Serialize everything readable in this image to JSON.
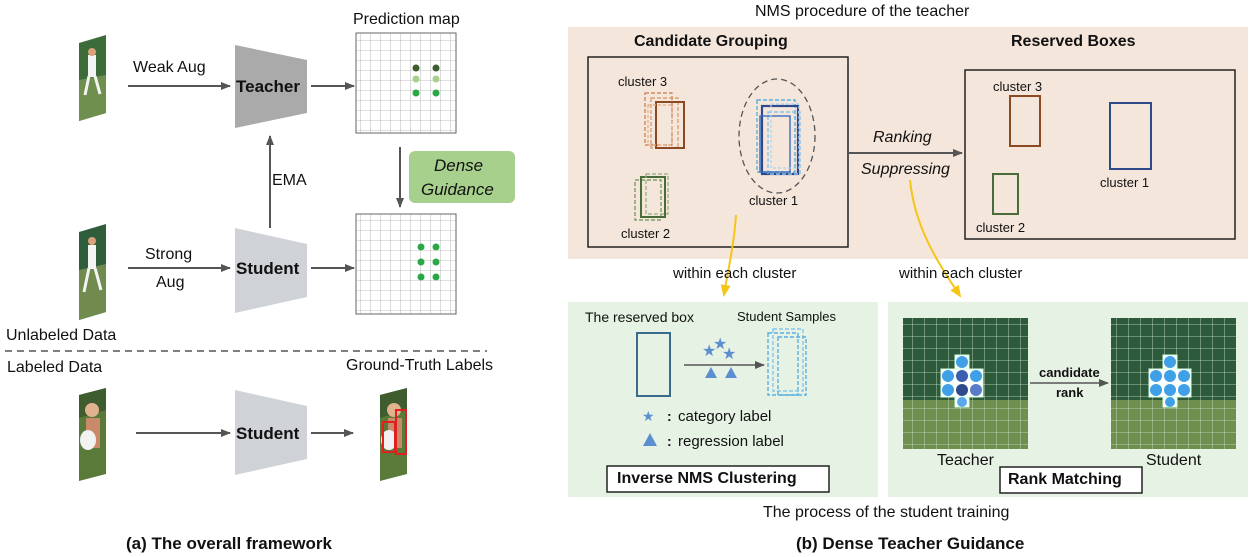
{
  "left": {
    "weak_aug": "Weak Aug",
    "strong_aug_line1": "Strong",
    "strong_aug_line2": "Aug",
    "teacher": "Teacher",
    "student": "Student",
    "student_labeled": "Student",
    "ema": "EMA",
    "prediction_map": "Prediction map",
    "dense_guidance_line1": "Dense",
    "dense_guidance_line2": "Guidance",
    "unlabeled_data": "Unlabeled Data",
    "labeled_data": "Labeled Data",
    "ground_truth": "Ground-Truth Labels",
    "caption": "(a) The overall framework"
  },
  "right": {
    "nms_title": "NMS procedure of the teacher",
    "candidate_grouping": "Candidate Grouping",
    "reserved_boxes": "Reserved Boxes",
    "cluster1": "cluster 1",
    "cluster2": "cluster 2",
    "cluster3": "cluster 3",
    "ranking": "Ranking",
    "suppressing": "Suppressing",
    "within1": "within each cluster",
    "within2": "within each cluster",
    "reserved_box": "The reserved box",
    "student_samples": "Student Samples",
    "category_label": "category label",
    "regression_label": "regression label",
    "colon": ":",
    "inverse_nms": "Inverse NMS Clustering",
    "candidate_rank_line1": "candidate",
    "candidate_rank_line2": "rank",
    "teacher": "Teacher",
    "student": "Student",
    "rank_matching": "Rank Matching",
    "student_training": "The process of the student training",
    "caption": "(b) Dense Teacher Guidance"
  },
  "colors": {
    "nms_bg": "#f5e6dc",
    "green_bg": "#e6f2e4",
    "dense_guidance_bg": "#a8d08d",
    "network_gray": "#aaaaaa",
    "cluster1_blue": "#2e4a8a",
    "cluster3_orange": "#a0522d",
    "cluster2_green": "#4a6b3a",
    "arrow_yellow": "#f5c518",
    "light_blue": "#5ab0e0"
  }
}
